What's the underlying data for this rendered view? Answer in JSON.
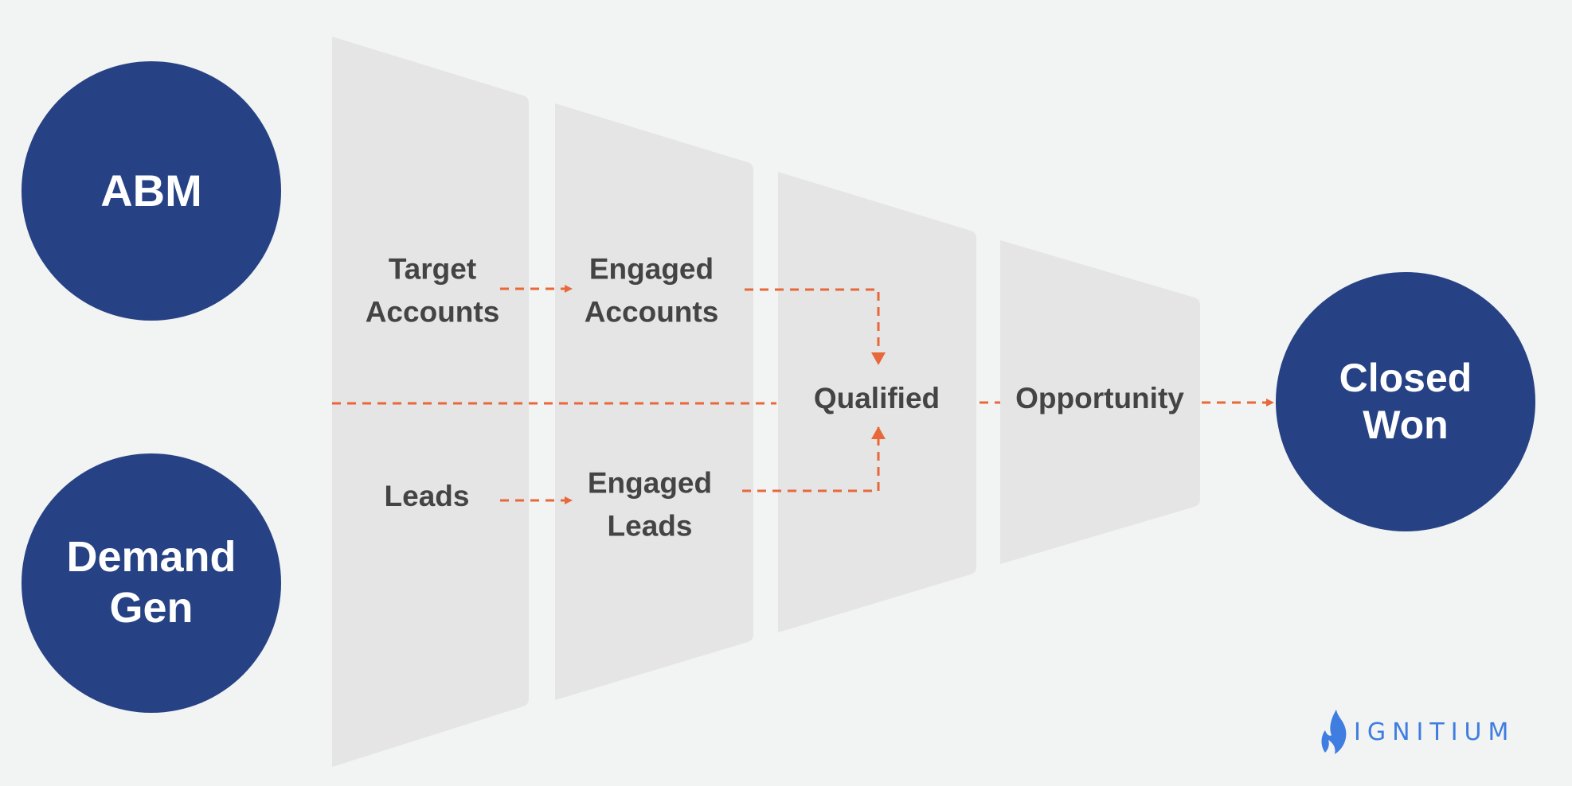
{
  "colors": {
    "background": "#f2f3f3",
    "circle_fill": "#264285",
    "panel_fill": "#e4e5e4",
    "arrow": "#e8683a",
    "label_text": "#444444",
    "circle_text": "#ffffff",
    "logo": "#3f7de0"
  },
  "sources": {
    "abm": "ABM",
    "demand_gen": "Demand\nGen"
  },
  "outcome": "Closed\nWon",
  "stages": {
    "target_accounts": "Target\nAccounts",
    "engaged_accounts": "Engaged\nAccounts",
    "leads": "Leads",
    "engaged_leads": "Engaged\nLeads",
    "qualified": "Qualified",
    "opportunity": "Opportunity"
  },
  "logo": {
    "text": "IGNITIUM",
    "icon": "flame-icon"
  }
}
